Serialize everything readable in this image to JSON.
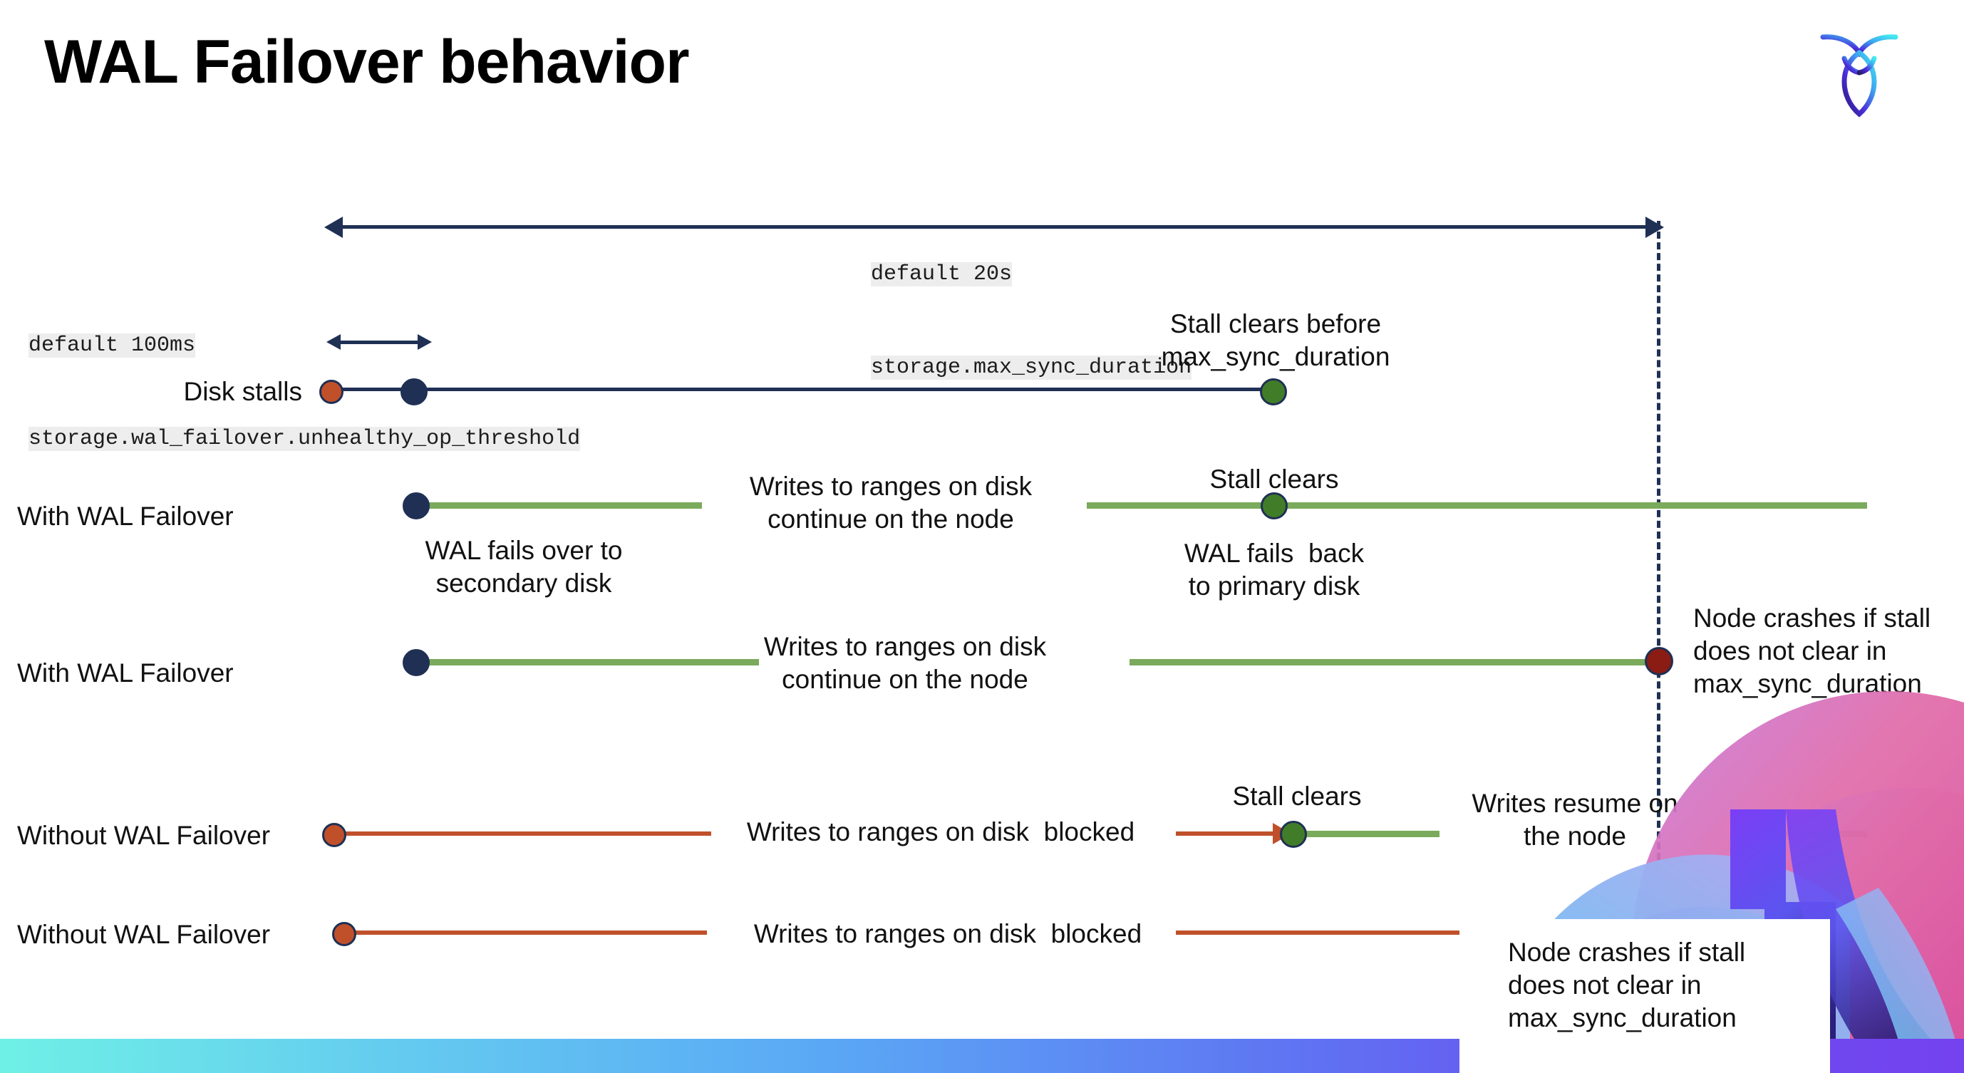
{
  "slide": {
    "title": "WAL Failover behavior",
    "logo_name": "cockroachdb-logo",
    "background": "#ffffff"
  },
  "colors": {
    "navy": "#1f3054",
    "green_line": "#7aaa5b",
    "green_dot": "#417d28",
    "orange": "#c0502a",
    "dark_red": "#8a1c14",
    "code_bg": "#ededed",
    "bar_gradient_start": "#6ff0e6",
    "bar_gradient_end": "#7442ef"
  },
  "annotations": {
    "max_sync": {
      "line1": "default 20s",
      "line2": "storage.max_sync_duration"
    },
    "unhealthy_threshold": {
      "line1": "default 100ms",
      "line2": "storage.wal_failover.unhealthy_op_threshold"
    }
  },
  "rows": [
    {
      "label": "Disk stalls",
      "notes": [
        {
          "text": "Stall clears before\nmax_sync_duration"
        }
      ]
    },
    {
      "label": "With WAL Failover",
      "notes": [
        {
          "text": "Writes to ranges on disk\ncontinue on the node"
        },
        {
          "text": "Stall clears"
        },
        {
          "text": "WAL fails over to\nsecondary disk"
        },
        {
          "text": "WAL fails  back\nto primary disk"
        }
      ]
    },
    {
      "label": "With WAL Failover",
      "notes": [
        {
          "text": "Writes to ranges on disk\ncontinue on the node"
        },
        {
          "text": "Node crashes if stall\ndoes not clear in\nmax_sync_duration"
        }
      ]
    },
    {
      "label": "Without WAL Failover",
      "notes": [
        {
          "text": "Writes to ranges on disk  blocked"
        },
        {
          "text": "Stall clears"
        },
        {
          "text": "Writes resume on\nthe node"
        }
      ]
    },
    {
      "label": "Without WAL Failover",
      "notes": [
        {
          "text": "Writes to ranges on disk  blocked"
        },
        {
          "text": "Node crashes if stall\ndoes not clear in\nmax_sync_duration"
        }
      ]
    }
  ],
  "labels": {
    "row1_label": "Disk stalls",
    "row2_label": "With WAL Failover",
    "row3_label": "With WAL Failover",
    "row4_label": "Without WAL Failover",
    "row5_label": "Without WAL Failover",
    "note_stall_clears_before": "Stall clears before\nmax_sync_duration",
    "note_writes_continue_a": "Writes to ranges on disk\ncontinue on the node",
    "note_stall_clears_b": "Stall clears",
    "note_wal_fails_over": "WAL fails over to\nsecondary disk",
    "note_wal_fails_back": "WAL fails  back\nto primary disk",
    "note_writes_continue_b": "Writes to ranges on disk\ncontinue on the node",
    "note_node_crashes_a": "Node crashes if stall\ndoes not clear in\nmax_sync_duration",
    "note_writes_blocked_a": "Writes to ranges on disk  blocked",
    "note_stall_clears_c": "Stall clears",
    "note_writes_resume": "Writes resume on\nthe node",
    "note_writes_blocked_b": "Writes to ranges on disk  blocked",
    "note_node_crashes_b": "Node crashes if stall\ndoes not clear in\nmax_sync_duration"
  }
}
